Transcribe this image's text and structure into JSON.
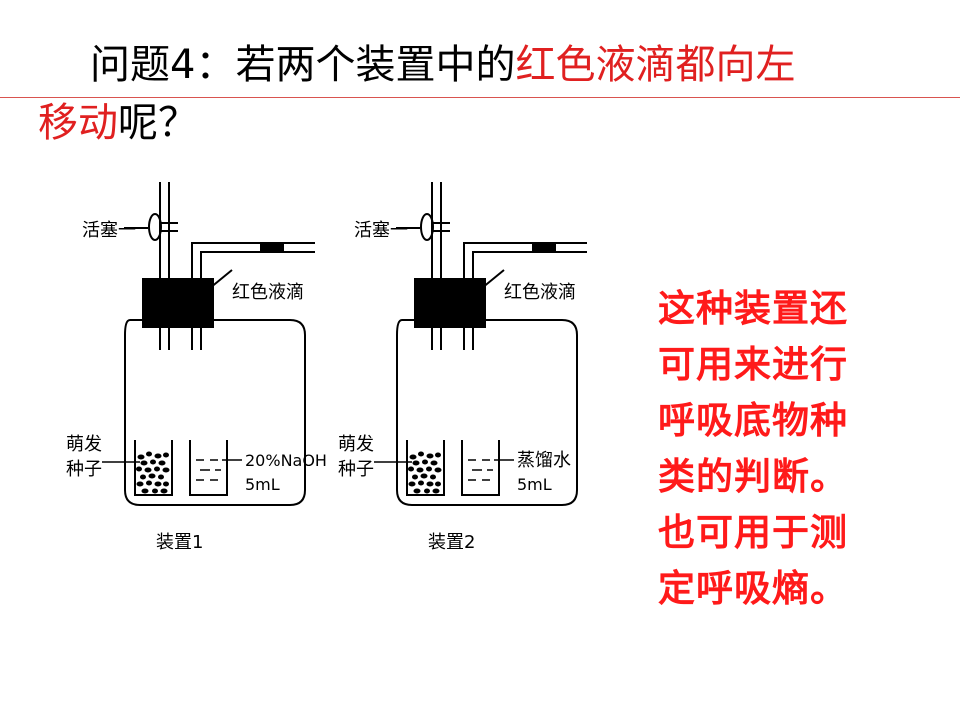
{
  "slide": {
    "question": {
      "line1_black": "问题4：若两个装置中的",
      "line1_red": "红色液滴都向左",
      "line2_red": "移动",
      "line2_black": "呢？"
    },
    "note_lines": [
      "这种装置还",
      "可用来进行",
      "呼吸底物种",
      "类的判断。",
      "也可用于测",
      "定呼吸熵。"
    ]
  },
  "figure": {
    "apparatus1": {
      "stopcock_label": "活塞一",
      "droplet_label": "红色液滴",
      "seed_label_line1": "萌发",
      "seed_label_line2": "种子",
      "solution_line1": "20%NaOH",
      "solution_line2": "5mL",
      "caption": "装置1"
    },
    "apparatus2": {
      "stopcock_label": "活塞一",
      "droplet_label": "红色液滴",
      "seed_label_line1": "萌发",
      "seed_label_line2": "种子",
      "solution_line1": "蒸馏水",
      "solution_line2": "5mL",
      "caption": "装置2"
    }
  },
  "colors": {
    "accent_red": "#e02020",
    "rule_red": "#d9534f",
    "note_red": "#ff1a1a"
  }
}
